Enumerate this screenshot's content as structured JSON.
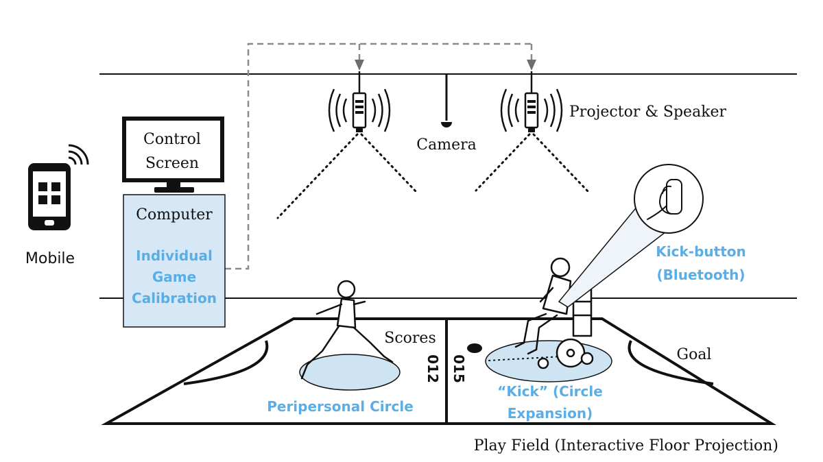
{
  "labels": {
    "mobile": "Mobile",
    "control_screen_line1": "Control",
    "control_screen_line2": "Screen",
    "computer": "Computer",
    "calibration_line1": "Individual",
    "calibration_line2": "Game",
    "calibration_line3": "Calibration",
    "camera": "Camera",
    "projector_speaker": "Projector & Speaker",
    "kick_button_line1": "Kick-button",
    "kick_button_line2": "(Bluetooth)",
    "scores": "Scores",
    "score_left": "012",
    "score_right": "015",
    "goal": "Goal",
    "peripersonal_circle": "Peripersonal Circle",
    "kick_line1": "“Kick” (Circle",
    "kick_line2": "Expansion)",
    "play_field": "Play Field (Interactive Floor Projection)"
  },
  "icons": {
    "mobile": "mobile-phone-icon",
    "wifi": "wifi-signal-icon",
    "monitor": "monitor-icon",
    "projector": "projector-speaker-icon",
    "camera": "camera-icon",
    "child": "child-runner-icon",
    "wheelchair_user": "wheelchair-user-icon",
    "hand": "hand-button-icon",
    "ball": "ball-icon"
  },
  "colors": {
    "accent_blue": "#5aaee6",
    "circle_fill": "#cfe4f2",
    "panel_fill": "#d6e8f5",
    "line": "#111111",
    "cable": "#8a8a8a"
  }
}
